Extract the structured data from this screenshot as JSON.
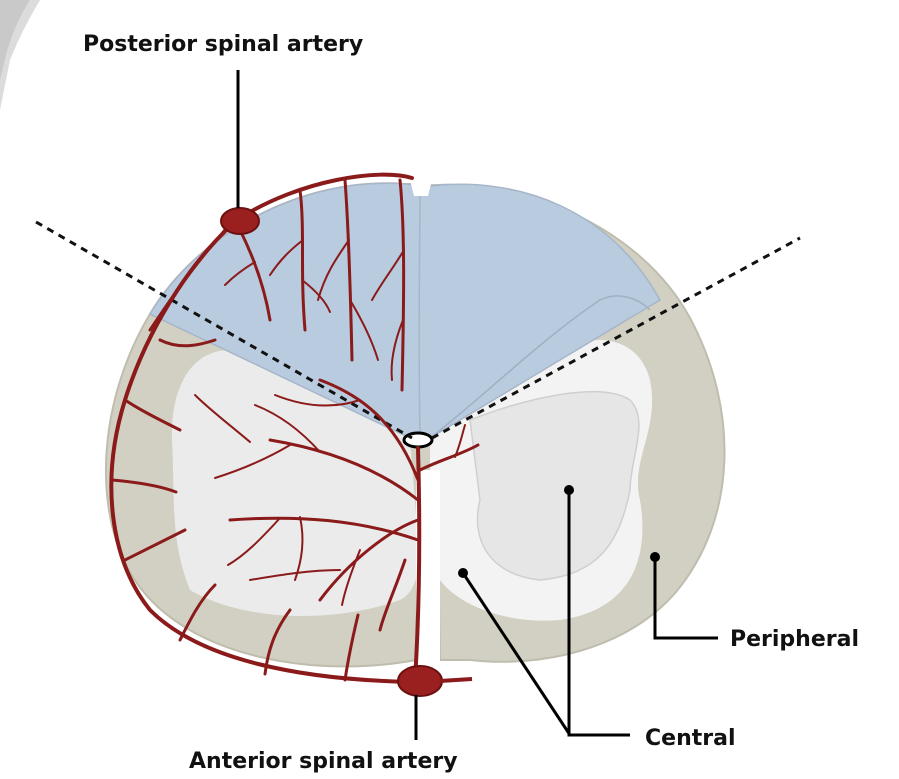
{
  "labels": {
    "posterior_spinal_artery": "Posterior spinal artery",
    "anterior_spinal_artery": "Anterior spinal artery",
    "peripheral": "Peripheral",
    "central": "Central"
  },
  "colors": {
    "white_matter": "#d2d0c2",
    "gray_matter": "#e8e8e8",
    "posterior_territory": "#b8cbdf",
    "artery": "#8b1a1a",
    "artery_node": "#9a1f1f",
    "leader_line": "#000000",
    "territory_boundary": "#111111"
  }
}
